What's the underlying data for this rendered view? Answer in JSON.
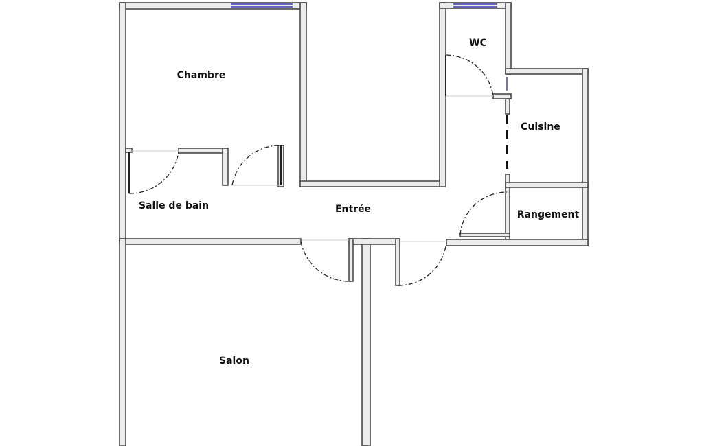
{
  "plan": {
    "rooms": [
      {
        "id": "chambre",
        "label": "Chambre"
      },
      {
        "id": "salle_de_bain",
        "label": "Salle de bain"
      },
      {
        "id": "entree",
        "label": "Entrée"
      },
      {
        "id": "wc",
        "label": "WC"
      },
      {
        "id": "cuisine",
        "label": "Cuisine"
      },
      {
        "id": "rangement",
        "label": "Rangement"
      },
      {
        "id": "salon",
        "label": "Salon"
      }
    ]
  }
}
